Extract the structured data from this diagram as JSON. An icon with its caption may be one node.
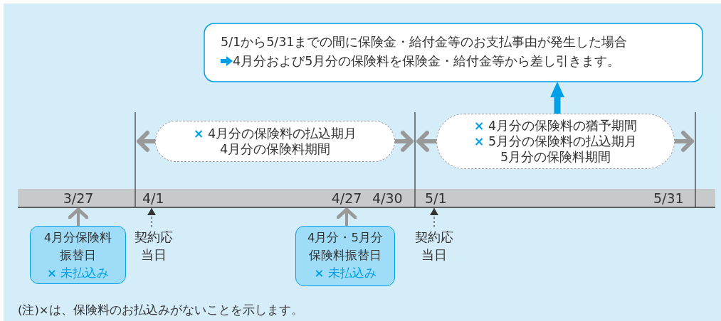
{
  "diagram": {
    "nodes": [
      {
        "text": [
          "5/1から5/31までの間に保険金・給付金等のお支払事由が発生した場合",
          "4月分および5月分の保険料を保険金・給付金等から差し引きます。"
        ]
      },
      {
        "text": [
          "× 4月分の保険料の払込期月",
          "4月分の保険料期間"
        ]
      },
      {
        "text": [
          "× 4月分の保険料の猶予期間",
          "× 5月分の保険料の払込期月",
          "5月分の保険料期間"
        ]
      },
      {
        "text": [
          "3/27"
        ]
      },
      {
        "text": [
          "4/1"
        ]
      },
      {
        "text": [
          "4/27"
        ]
      },
      {
        "text": [
          "5/1"
        ]
      },
      {
        "text": [
          "4月分保険料振替日",
          "× 未払込み"
        ]
      },
      {
        "text": [
          "契約応当日"
        ]
      },
      {
        "text": [
          "4月分・5月分保険料振替日",
          "× 未払込み"
        ]
      },
      {
        "text": [
          "契約応当日"
        ]
      }
    ],
    "edges": [
      {
        "from": 2,
        "to": 0,
        "arrow": "to",
        "style": "thick",
        "color": "#00a0e9"
      },
      {
        "from": 7,
        "to": 3,
        "arrow": "to"
      },
      {
        "from": 8,
        "to": 4,
        "arrow": "to",
        "style": "dashed",
        "color": "#333333"
      },
      {
        "from": 9,
        "to": 5,
        "arrow": "to"
      },
      {
        "from": 10,
        "to": 6,
        "arrow": "to",
        "style": "dashed",
        "color": "#333333"
      }
    ],
    "labels": [
      "4/30",
      "5/31",
      "(注)×は、保険料のお払込みがないことを示します。"
    ]
  }
}
